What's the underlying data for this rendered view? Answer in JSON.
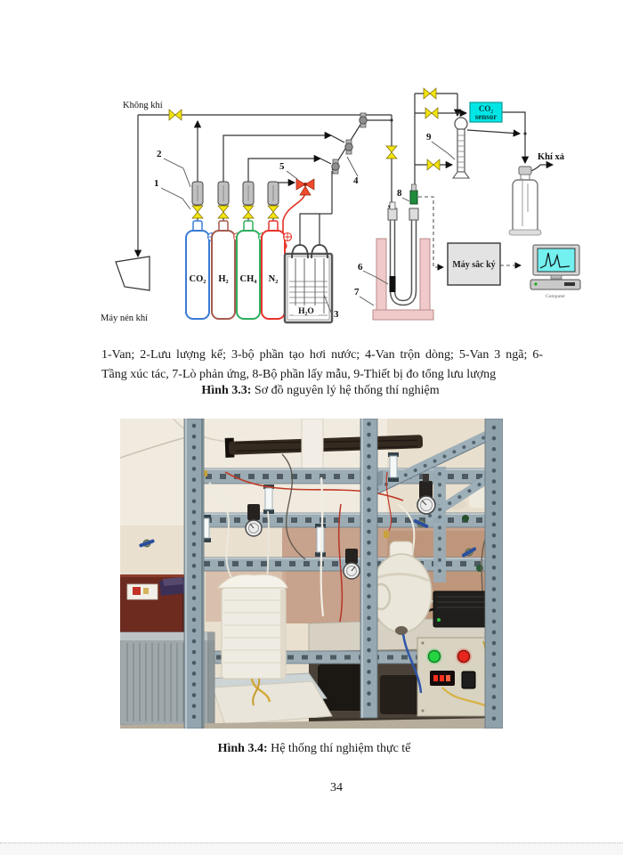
{
  "fig33": {
    "legend1": "1-Van; 2-Lưu lượng kế; 3-bộ phần tạo hơi nước; 4-Van trộn dòng; 5-Van 3 ngã; 6-",
    "legend2": "Tầng xúc tác, 7-Lò phản ứng, 8-Bộ phần lấy mẫu, 9-Thiết bị đo tổng lưu lượng",
    "cap_bold": "Hình 3.3:",
    "cap_rest": " Sơ đồ nguyên lý hệ thống thí nghiệm",
    "d": {
      "air": "Không khí",
      "compressor": "Máy nén khí",
      "cyl_co2": "CO₂",
      "cyl_h2": "H₂",
      "cyl_ch4": "CH₄",
      "cyl_n2": "N₂",
      "h2o": "H₂O",
      "sensor1": "CO₂",
      "sensor2": "sensor",
      "gc": "Máy sắc ký",
      "computer": "Computer",
      "exhaust": "Khí xả",
      "num1": "1",
      "num2": "2",
      "num3": "3",
      "num4": "4",
      "num5": "5",
      "num6": "6",
      "num7": "7",
      "num8": "8",
      "num9": "9"
    }
  },
  "fig34": {
    "cap_bold": "Hình 3.4:",
    "cap_rest": " Hệ thống thí nghiệm thực tế"
  },
  "page": {
    "number": "34"
  },
  "colors": {
    "sensor_cyan": "#00e6e6",
    "furnace_pink": "#f0caca",
    "co2_blue": "#3a7bd5",
    "h2_brown": "#a65c4e",
    "ch4_green": "#2fae5e",
    "n2_red": "#e8342c",
    "valve_yellow": "#f2e410",
    "three_way_red": "#f04b2e",
    "sampler_green": "#1e8c3c",
    "screen_cyan": "#73f0f0"
  }
}
